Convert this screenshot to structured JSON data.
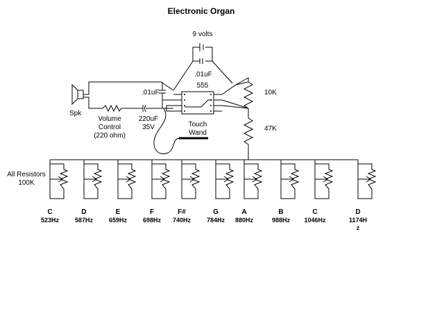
{
  "title": "Electronic Organ",
  "battery_label": "9 volts",
  "cap_timing_label": ".01uF",
  "cap_control_label": ".01uF",
  "ic_label": "555",
  "r_10k_label": "10K",
  "r_47k_label": "47K",
  "speaker_label": "Spk",
  "volume_label": [
    "Volume",
    "Control",
    "(220 ohm)"
  ],
  "cap_output_label": [
    "220uF",
    "35V"
  ],
  "touch_wand_label": [
    "Touch",
    "Wand"
  ],
  "resistor_note": [
    "All Resistors",
    "100K"
  ],
  "keys": [
    {
      "note": "C",
      "freq": [
        "523Hz"
      ]
    },
    {
      "note": "D",
      "freq": [
        "587Hz"
      ]
    },
    {
      "note": "E",
      "freq": [
        "659Hz"
      ]
    },
    {
      "note": "F",
      "freq": [
        "698Hz"
      ]
    },
    {
      "note": "F#",
      "freq": [
        "740Hz"
      ]
    },
    {
      "note": "G",
      "freq": [
        "784Hz"
      ]
    },
    {
      "note": "A",
      "freq": [
        "880Hz"
      ]
    },
    {
      "note": "B",
      "freq": [
        "988Hz"
      ]
    },
    {
      "note": "C",
      "freq": [
        "1046Hz"
      ]
    },
    {
      "note": "D",
      "freq": [
        "1174H",
        "z"
      ]
    }
  ]
}
